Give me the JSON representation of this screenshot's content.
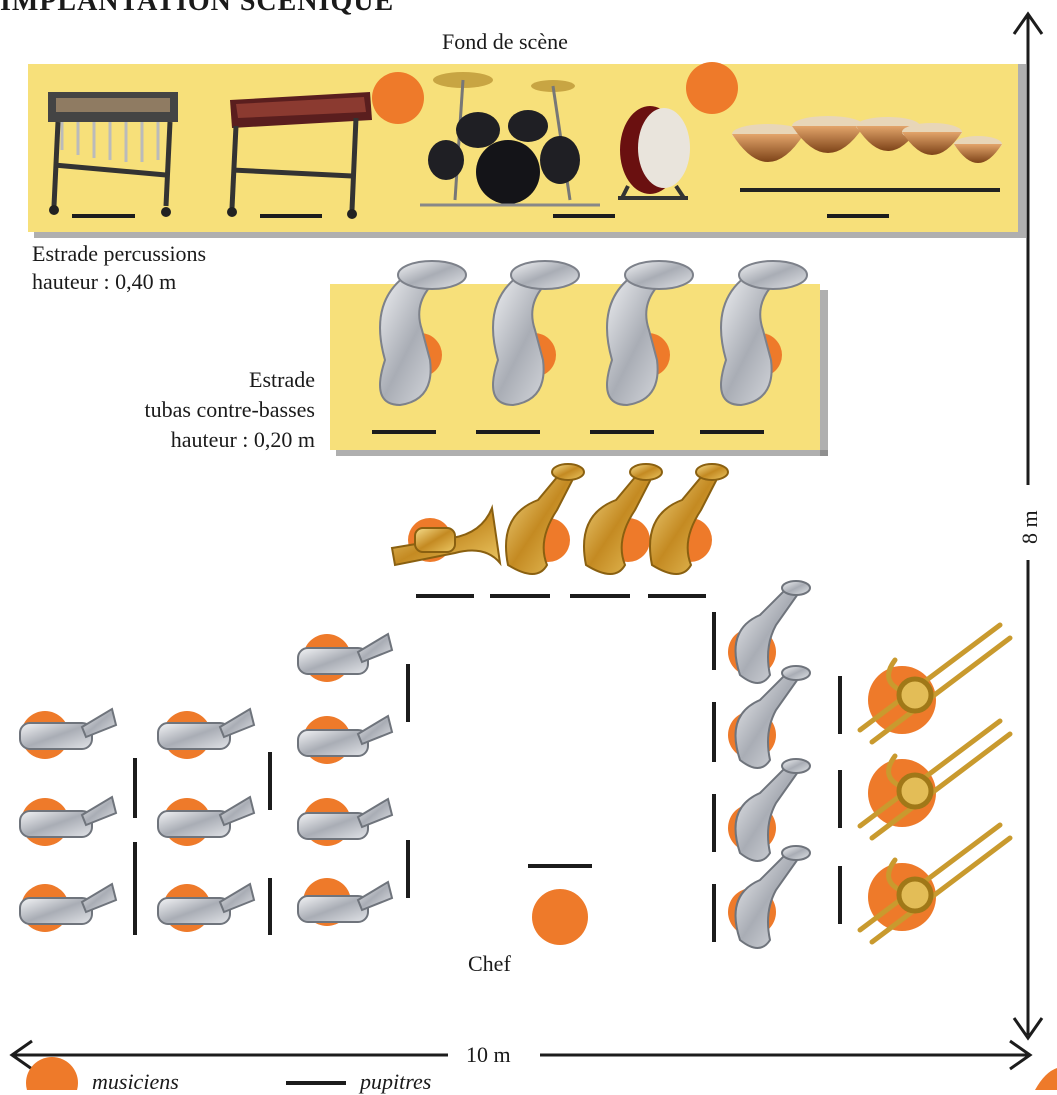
{
  "title": "IMPLANTATION SCÉNIQUE",
  "labels": {
    "back_stage": "Fond de scène",
    "perc_riser_line1": "Estrade percussions",
    "perc_riser_line2": "hauteur : 0,40 m",
    "tuba_riser_line1": "Estrade",
    "tuba_riser_line2": "tubas contre-basses",
    "tuba_riser_line3": "hauteur : 0,20 m",
    "conductor": "Chef",
    "width_dim": "10 m",
    "depth_dim": "8 m"
  },
  "legend": {
    "musicians": "musiciens",
    "stands": "pupitres"
  },
  "colors": {
    "riser": "#f7e07a",
    "musician_dot": "#ee7a2a",
    "stand": "#1c1c1c",
    "silver": "#c9ccd2",
    "brass": "#d9a63a",
    "copper": "#b8703a"
  }
}
